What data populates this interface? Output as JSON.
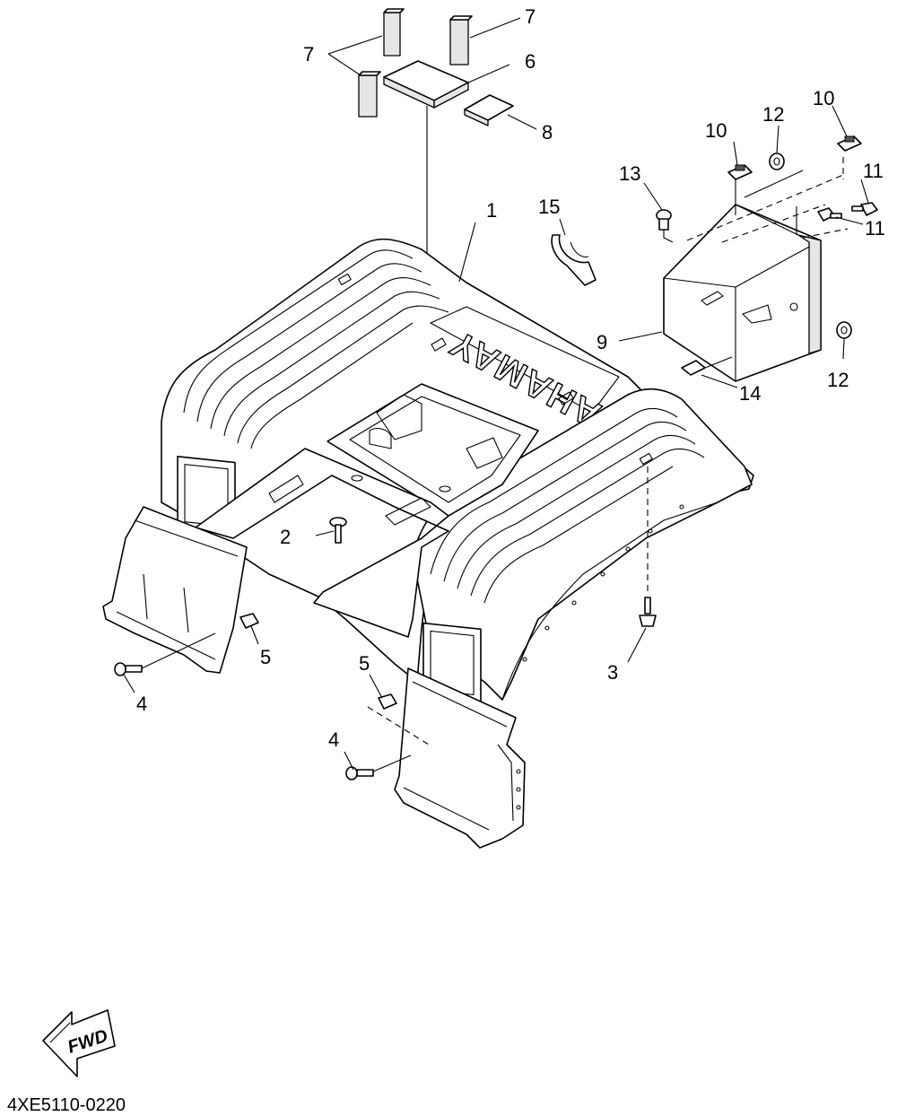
{
  "diagram": {
    "code": "4XE5110-0220",
    "brand_text": "YAMAHA",
    "fwd_label": "FWD",
    "callouts": [
      "1",
      "2",
      "3",
      "4",
      "4",
      "5",
      "5",
      "6",
      "7",
      "7",
      "8",
      "9",
      "10",
      "10",
      "11",
      "11",
      "12",
      "12",
      "13",
      "14",
      "15"
    ]
  }
}
